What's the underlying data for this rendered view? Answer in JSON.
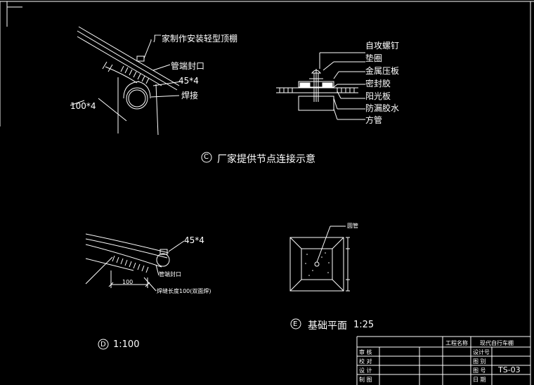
{
  "detail_c": {
    "title": "厂家提供节点连接示意",
    "marker": "C",
    "labels": {
      "roof": "厂家制作安装轻型顶棚",
      "cap": "管端封口",
      "bolt": "45*4",
      "weld": "焊接",
      "plate": "100*4"
    }
  },
  "detail_sec": {
    "labels": [
      "自攻螺钉",
      "垫圈",
      "金属压板",
      "密封胶",
      "阳光板",
      "防漏胶水",
      "方管"
    ]
  },
  "detail_d": {
    "marker": "D",
    "scale": "1:100",
    "labels": {
      "bolt": "45*4",
      "cap": "管端封口",
      "weld": "焊缝长度100(双面焊)",
      "dim": "100"
    }
  },
  "detail_e": {
    "marker": "E",
    "title": "基础平面",
    "scale": "1:25",
    "pipe_label": "圆管"
  },
  "title_block": {
    "project_label": "工程名称",
    "project_name": "现代自行车棚",
    "left_rows": [
      "审 核",
      "校 对",
      "设 计",
      "制 图"
    ],
    "right_rows": [
      "设计号",
      "图 别",
      "图 号",
      "日 期"
    ],
    "drawing_no": "TS-03"
  },
  "colors": {
    "line": "#ffffff",
    "background": "#000000"
  }
}
